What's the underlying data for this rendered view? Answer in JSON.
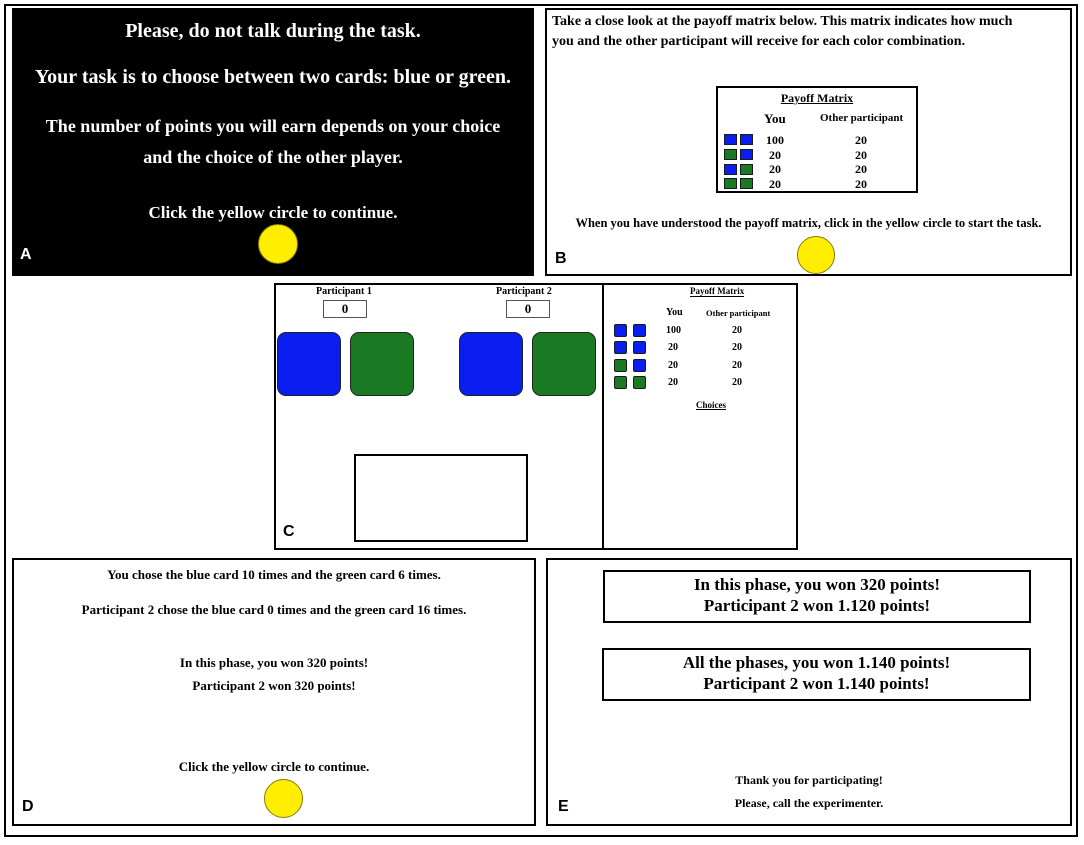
{
  "panelA": {
    "letter": "A",
    "line1": "Please, do not talk during the task.",
    "line2": "Your task is to choose between two cards: blue or green.",
    "line3": "The number of points you will earn depends on your choice",
    "line4": "and the choice of the other player.",
    "line5": "Click the yellow circle to continue."
  },
  "panelB": {
    "letter": "B",
    "intro1": "Take a close look at the payoff matrix below. This matrix indicates how much",
    "intro2": "you and the other participant will receive for each color combination.",
    "matrix": {
      "title": "Payoff Matrix",
      "col_you": "You",
      "col_other": "Other participant",
      "rows": [
        {
          "colors": [
            "blue",
            "blue"
          ],
          "you": "100",
          "other": "20"
        },
        {
          "colors": [
            "green",
            "blue"
          ],
          "you": "20",
          "other": "20"
        },
        {
          "colors": [
            "blue",
            "green"
          ],
          "you": "20",
          "other": "20"
        },
        {
          "colors": [
            "green",
            "green"
          ],
          "you": "20",
          "other": "20"
        }
      ]
    },
    "instruction": "When you have understood the payoff matrix, click in the yellow circle to start the task."
  },
  "panelC": {
    "letter": "C",
    "p1_label": "Participant 1",
    "p1_score": "0",
    "p2_label": "Participant 2",
    "p2_score": "0",
    "matrix": {
      "title": "Payoff Matrix",
      "col_you": "You",
      "col_other": "Other participant",
      "rows": [
        {
          "colors": [
            "blue",
            "blue"
          ],
          "you": "100",
          "other": "20"
        },
        {
          "colors": [
            "blue",
            "blue"
          ],
          "you": "20",
          "other": "20"
        },
        {
          "colors": [
            "green",
            "blue"
          ],
          "you": "20",
          "other": "20"
        },
        {
          "colors": [
            "green",
            "green"
          ],
          "you": "20",
          "other": "20"
        }
      ],
      "choices_label": "Choices"
    }
  },
  "panelD": {
    "letter": "D",
    "line1": "You chose the blue card 10 times and the green card 6 times.",
    "line2": "Participant 2 chose the blue card 0 times and the green card 16 times.",
    "line3": "In this phase, you won 320 points!",
    "line4": "Participant 2 won 320 points!",
    "line5": "Click the yellow circle to continue."
  },
  "panelE": {
    "letter": "E",
    "box1_line1": "In this phase, you won 320 points!",
    "box1_line2": "Participant 2 won 1.120 points!",
    "box2_line1": "All the phases, you won 1.140 points!",
    "box2_line2": "Participant 2 won 1.140 points!",
    "thanks": "Thank you for participating!",
    "call": "Please, call the experimenter."
  },
  "colors": {
    "blue": "#0a1ef0",
    "green": "#1a7a24",
    "yellow": "#ffee00",
    "black_bg": "#000000"
  }
}
